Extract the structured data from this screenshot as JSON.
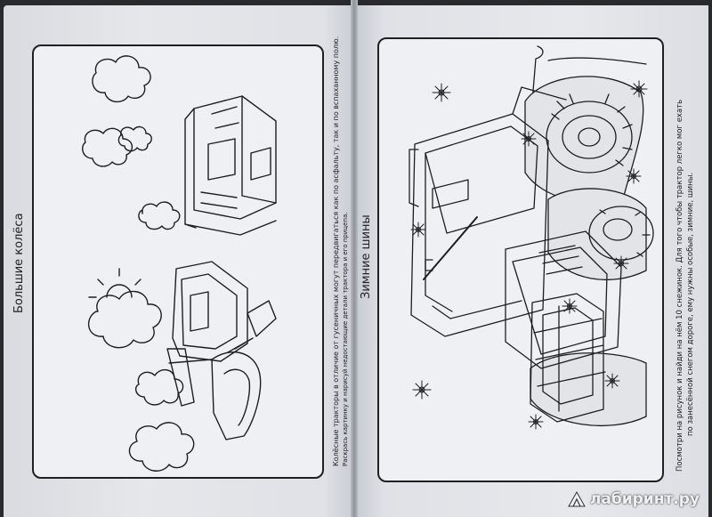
{
  "left_page": {
    "title": "Большие колёса",
    "caption_line1": "Колёсные тракторы в отличие от гусеничных могут передвигаться как по асфальту, так и по вспаханному полю.",
    "caption_line2": "Раскрась картинку и нарисуй недостающие детали трактора и его прицепа."
  },
  "right_page": {
    "title": "Зимние шины",
    "caption_line1": "Посмотри на рисунок и найди на нём 10 снежинок. Для того чтобы трактор легко мог ехать",
    "caption_line2": "по занесённой снегом дороге, ему нужны особые, зимние, шины."
  },
  "watermark": {
    "text": "лабиринт.ру"
  }
}
